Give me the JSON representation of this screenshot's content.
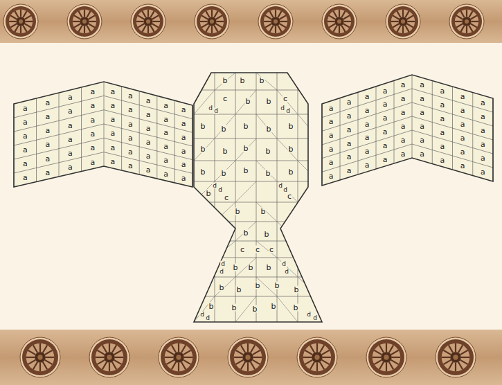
{
  "diagram": {
    "labels": [
      "a",
      "a",
      "a",
      "a",
      "a",
      "a",
      "a",
      "a",
      "a",
      "a",
      "a",
      "a",
      "a",
      "a",
      "a",
      "a",
      "a",
      "a",
      "a",
      "a",
      "a",
      "a",
      "a",
      "a",
      "a",
      "a",
      "a",
      "a",
      "a",
      "a",
      "a",
      "a",
      "a",
      "a",
      "a",
      "a",
      "a",
      "a",
      "a",
      "a",
      "a",
      "a",
      "a",
      "a",
      "a",
      "a",
      "a",
      "a",
      "a",
      "a",
      "a",
      "a",
      "a",
      "a",
      "a",
      "a",
      "a",
      "a",
      "a",
      "a",
      "a",
      "a",
      "a",
      "a",
      "a",
      "a",
      "a",
      "a",
      "a",
      "a",
      "a",
      "a",
      "a",
      "a",
      "a",
      "a",
      "a",
      "a",
      "a",
      "a",
      "a",
      "a",
      "a",
      "a",
      "a",
      "a",
      "a",
      "a",
      "a",
      "a",
      "a",
      "a",
      "a",
      "a",
      "a",
      "a",
      "a",
      "a",
      "a",
      "a",
      "a",
      "a",
      "a",
      "a",
      "a",
      "a",
      "a",
      "a",
      "b",
      "b",
      "b",
      "c",
      "b",
      "b",
      "c",
      "d",
      "d",
      "d",
      "d",
      "b",
      "b",
      "b",
      "b",
      "b",
      "b",
      "b",
      "b",
      "b",
      "b",
      "b",
      "b",
      "b",
      "b",
      "b",
      "b",
      "d",
      "d",
      "d",
      "d",
      "c",
      "c",
      "b",
      "b",
      "b",
      "b",
      "c",
      "c",
      "c",
      "b",
      "b",
      "b",
      "d",
      "d",
      "d",
      "d",
      "b",
      "b",
      "b",
      "b",
      "b",
      "b",
      "b",
      "b",
      "b",
      "d",
      "d",
      "d",
      "d",
      "b"
    ]
  }
}
